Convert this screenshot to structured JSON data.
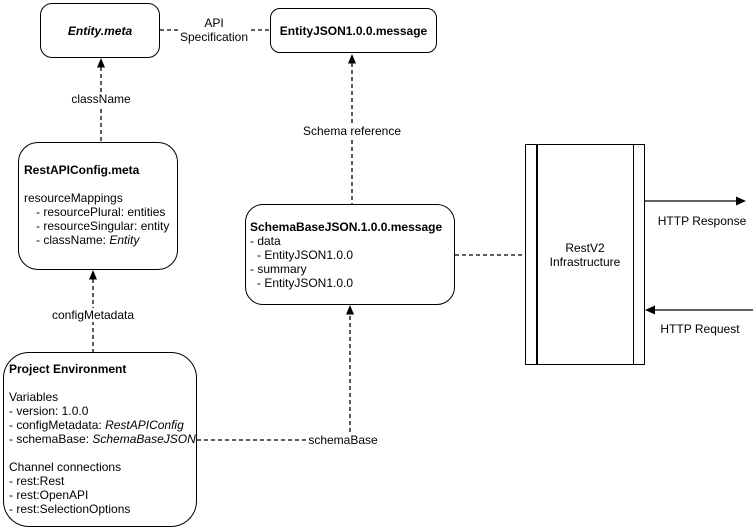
{
  "diagram": {
    "nodes": {
      "entity_meta": {
        "title": "Entity.meta"
      },
      "entity_json": {
        "title": "EntityJSON1.0.0.message"
      },
      "rest_api_config": {
        "title": "RestAPIConfig.meta",
        "section": "resourceMappings",
        "items": [
          {
            "text": "- resourcePlural: entities"
          },
          {
            "text": "- resourceSingular: entity"
          },
          {
            "text": "- className: ",
            "italic": "Entity"
          }
        ]
      },
      "schema_base": {
        "title": "SchemaBaseJSON.1.0.0.message",
        "items": [
          "- data",
          "- EntityJSON1.0.0",
          "- summary",
          "- EntityJSON1.0.0"
        ]
      },
      "project_environment": {
        "title": "Project Environment",
        "variables_heading": "Variables",
        "variables": [
          {
            "text": "- version: 1.0.0"
          },
          {
            "text": "- configMetadata: ",
            "italic": "RestAPIConfig"
          },
          {
            "text": "- schemaBase: ",
            "italic": "SchemaBaseJSON"
          }
        ],
        "channels_heading": "Channel connections",
        "channels": [
          {
            "text": "- rest:Rest"
          },
          {
            "text": "- rest:OpenAPI"
          },
          {
            "text": "- rest:SelectionOptions"
          }
        ]
      },
      "rest_v2": {
        "line1": "RestV2",
        "line2": "Infrastructure"
      }
    },
    "edge_labels": {
      "api_specification_line1": "API",
      "api_specification_line2": "Specification",
      "class_name": "className",
      "config_metadata": "configMetadata",
      "schema_reference": "Schema reference",
      "schema_base": "schemaBase",
      "http_response": "HTTP Response",
      "http_request": "HTTP Request"
    },
    "colors": {
      "stroke": "#000000",
      "background": "#ffffff"
    }
  }
}
